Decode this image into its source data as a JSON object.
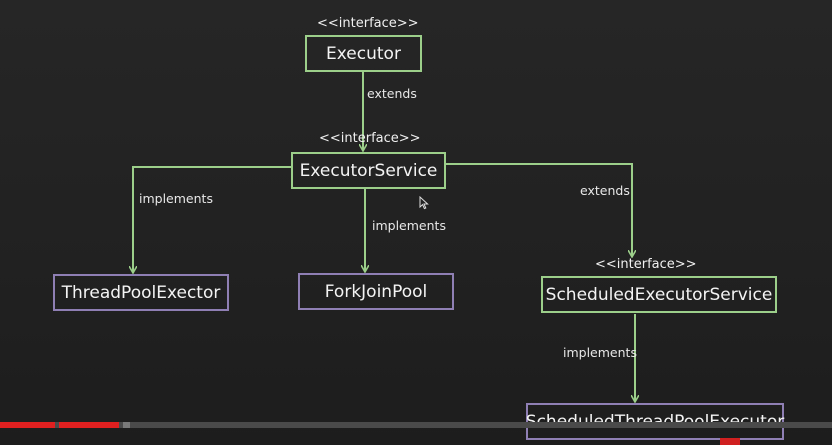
{
  "diagram": {
    "nodes": {
      "executor": {
        "label": "Executor",
        "stereotype": "<<interface>>"
      },
      "executor_service": {
        "label": "ExecutorService",
        "stereotype": "<<interface>>"
      },
      "thread_pool": {
        "label": "ThreadPoolExector"
      },
      "fork_join": {
        "label": "ForkJoinPool"
      },
      "scheduled_service": {
        "label": "ScheduledExecutorService",
        "stereotype": "<<interface>>"
      },
      "scheduled_thread_pool": {
        "label": "ScheduledThreadPoolExecutor"
      }
    },
    "edges": {
      "executor_to_service": "extends",
      "service_to_threadpool": "implements",
      "service_to_forkjoin": "implements",
      "service_to_scheduled": "extends",
      "scheduled_to_stpe": "implements"
    }
  },
  "colors": {
    "interface_border": "#9ccf8a",
    "class_border": "#8f7fb4",
    "connector": "#9ccf8a",
    "background": "#232323",
    "progress_played": "#e02020"
  },
  "video_progress": {
    "played_fraction": 0.145
  }
}
